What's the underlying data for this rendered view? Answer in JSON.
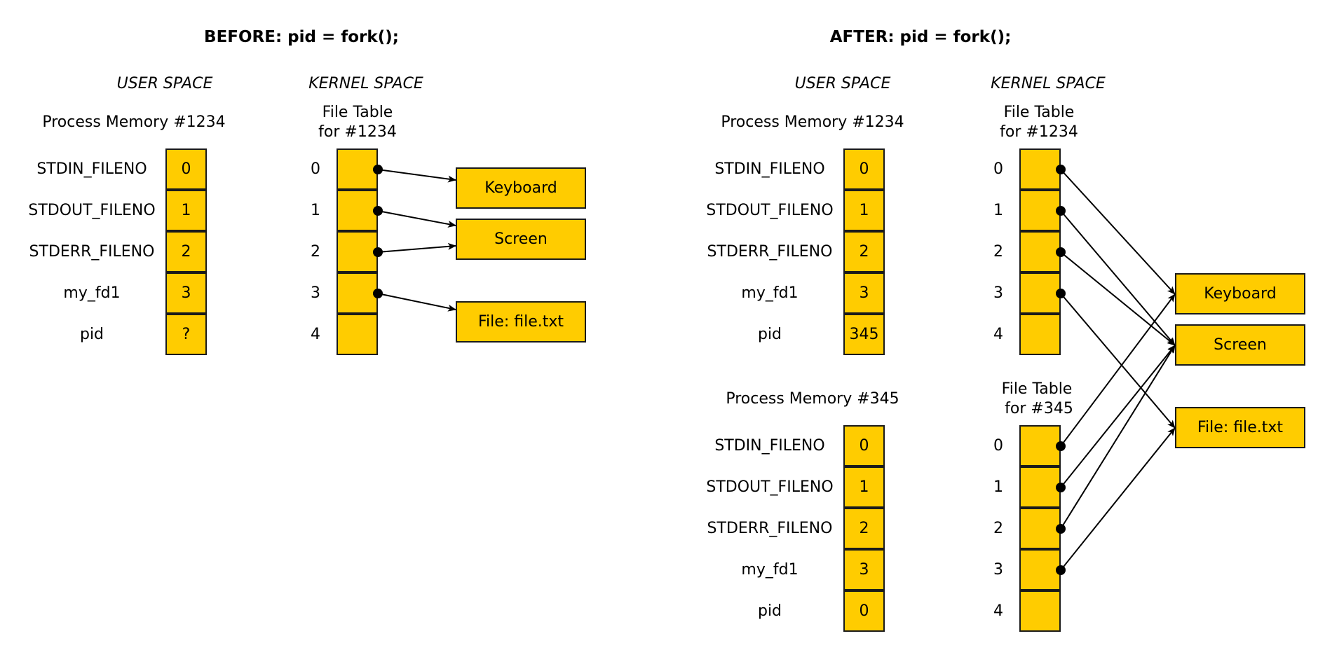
{
  "colors": {
    "box_fill": "#ffcc00",
    "stroke": "#1a1a1a",
    "background": "#ffffff"
  },
  "before": {
    "title": "BEFORE: pid = fork();",
    "user_space_label": "USER SPACE",
    "kernel_space_label": "KERNEL SPACE",
    "process": {
      "title": "Process Memory #1234",
      "rows": [
        {
          "name": "STDIN_FILENO",
          "value": "0"
        },
        {
          "name": "STDOUT_FILENO",
          "value": "1"
        },
        {
          "name": "STDERR_FILENO",
          "value": "2"
        },
        {
          "name": "my_fd1",
          "value": "3"
        },
        {
          "name": "pid",
          "value": "?"
        }
      ]
    },
    "file_table": {
      "title_line1": "File Table",
      "title_line2": "for #1234",
      "indices": [
        "0",
        "1",
        "2",
        "3",
        "4"
      ]
    },
    "resources": [
      "Keyboard",
      "Screen",
      "File: file.txt"
    ],
    "links": [
      {
        "from": 0,
        "to": 0
      },
      {
        "from": 1,
        "to": 1
      },
      {
        "from": 2,
        "to": 1
      },
      {
        "from": 3,
        "to": 2
      }
    ]
  },
  "after": {
    "title": "AFTER: pid = fork();",
    "user_space_label": "USER SPACE",
    "kernel_space_label": "KERNEL SPACE",
    "parent_process": {
      "title": "Process Memory #1234",
      "rows": [
        {
          "name": "STDIN_FILENO",
          "value": "0"
        },
        {
          "name": "STDOUT_FILENO",
          "value": "1"
        },
        {
          "name": "STDERR_FILENO",
          "value": "2"
        },
        {
          "name": "my_fd1",
          "value": "3"
        },
        {
          "name": "pid",
          "value": "345"
        }
      ]
    },
    "parent_file_table": {
      "title_line1": "File Table",
      "title_line2": "for #1234",
      "indices": [
        "0",
        "1",
        "2",
        "3",
        "4"
      ]
    },
    "child_process": {
      "title": "Process Memory #345",
      "rows": [
        {
          "name": "STDIN_FILENO",
          "value": "0"
        },
        {
          "name": "STDOUT_FILENO",
          "value": "1"
        },
        {
          "name": "STDERR_FILENO",
          "value": "2"
        },
        {
          "name": "my_fd1",
          "value": "3"
        },
        {
          "name": "pid",
          "value": "0"
        }
      ]
    },
    "child_file_table": {
      "title_line1": "File Table",
      "title_line2": "for #345",
      "indices": [
        "0",
        "1",
        "2",
        "3",
        "4"
      ]
    },
    "resources": [
      "Keyboard",
      "Screen",
      "File: file.txt"
    ],
    "parent_links": [
      {
        "from": 0,
        "to": 0
      },
      {
        "from": 1,
        "to": 1
      },
      {
        "from": 2,
        "to": 1
      },
      {
        "from": 3,
        "to": 2
      }
    ],
    "child_links": [
      {
        "from": 0,
        "to": 0
      },
      {
        "from": 1,
        "to": 1
      },
      {
        "from": 2,
        "to": 1
      },
      {
        "from": 3,
        "to": 2
      }
    ]
  }
}
